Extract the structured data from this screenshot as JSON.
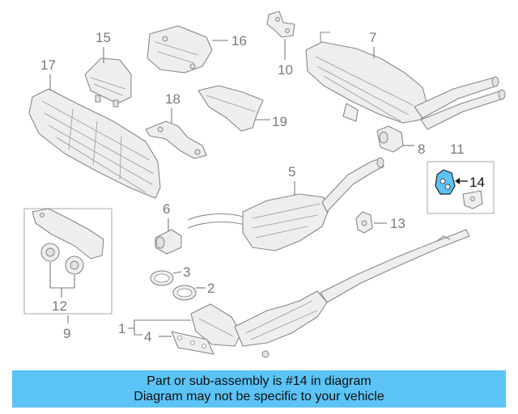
{
  "callouts": {
    "c1": "1",
    "c2": "2",
    "c3": "3",
    "c4": "4",
    "c5": "5",
    "c6": "6",
    "c7": "7",
    "c8": "8",
    "c9": "9",
    "c10": "10",
    "c11": "11",
    "c12": "12",
    "c13": "13",
    "c14": "14",
    "c15": "15",
    "c16": "16",
    "c17": "17",
    "c18": "18",
    "c19": "19"
  },
  "highlight": {
    "part_number": "14",
    "color": "#5bc3f5"
  },
  "banner": {
    "line1": "Part or sub-assembly is #14 in diagram",
    "line2": "Diagram may not be specific to your vehicle",
    "color": "#5bc3f5"
  }
}
